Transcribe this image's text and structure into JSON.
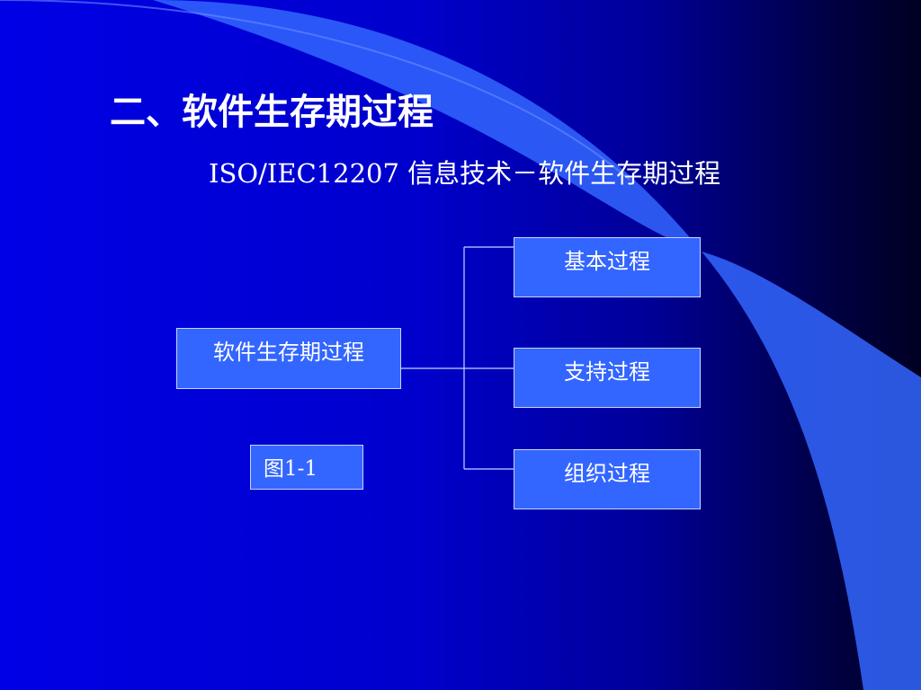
{
  "slide": {
    "title": "二、软件生存期过程",
    "subtitle": "ISO/IEC12207 信息技术－软件生存期过程"
  },
  "diagram": {
    "root": "软件生存期过程",
    "children": [
      "基本过程",
      "支持过程",
      "组织过程"
    ],
    "figure_label": "图1-1"
  },
  "colors": {
    "background_left": "#0000e6",
    "background_right": "#000022",
    "box_fill": "#3366ff",
    "line": "#c8d4ff",
    "text": "#ffffff"
  }
}
